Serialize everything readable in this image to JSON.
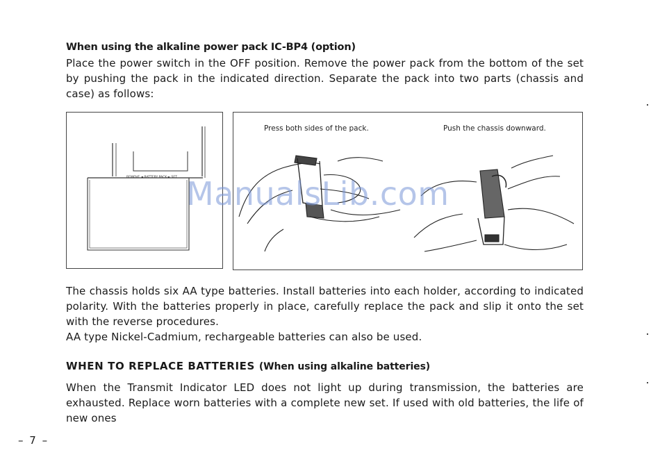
{
  "section1": {
    "heading": "When using the alkaline power pack IC-BP4 (option)",
    "paragraph": "Place the power switch in the OFF position. Remove the power pack from the bottom of the set by pushing the pack in the indicated direction. Separate the pack into two parts (chassis and case) as follows:"
  },
  "figure_left": {
    "label": "REMOVE ◄ BATTERY PACK ► SET"
  },
  "figure_right": {
    "caption_left": "Press both sides of the pack.",
    "caption_right": "Push the chassis downward."
  },
  "watermark": "ManualsLib.com",
  "section2": {
    "paragraph1": "The chassis holds six AA type batteries. Install batteries into each holder, according to indicated polarity. With the batteries properly in place, carefully replace the pack and slip it onto the set with the reverse procedures.",
    "paragraph2": "AA type Nickel-Cadmium, rechargeable batteries can also be used."
  },
  "section3": {
    "heading": "WHEN TO REPLACE BATTERIES",
    "heading_sub": "(When using alkaline batteries)",
    "paragraph": "When the Transmit Indicator LED does not light up during transmission, the batteries are exhausted. Replace worn batteries with a complete new set. If used with old batteries, the life of new ones"
  },
  "page_number": "– 7 –"
}
